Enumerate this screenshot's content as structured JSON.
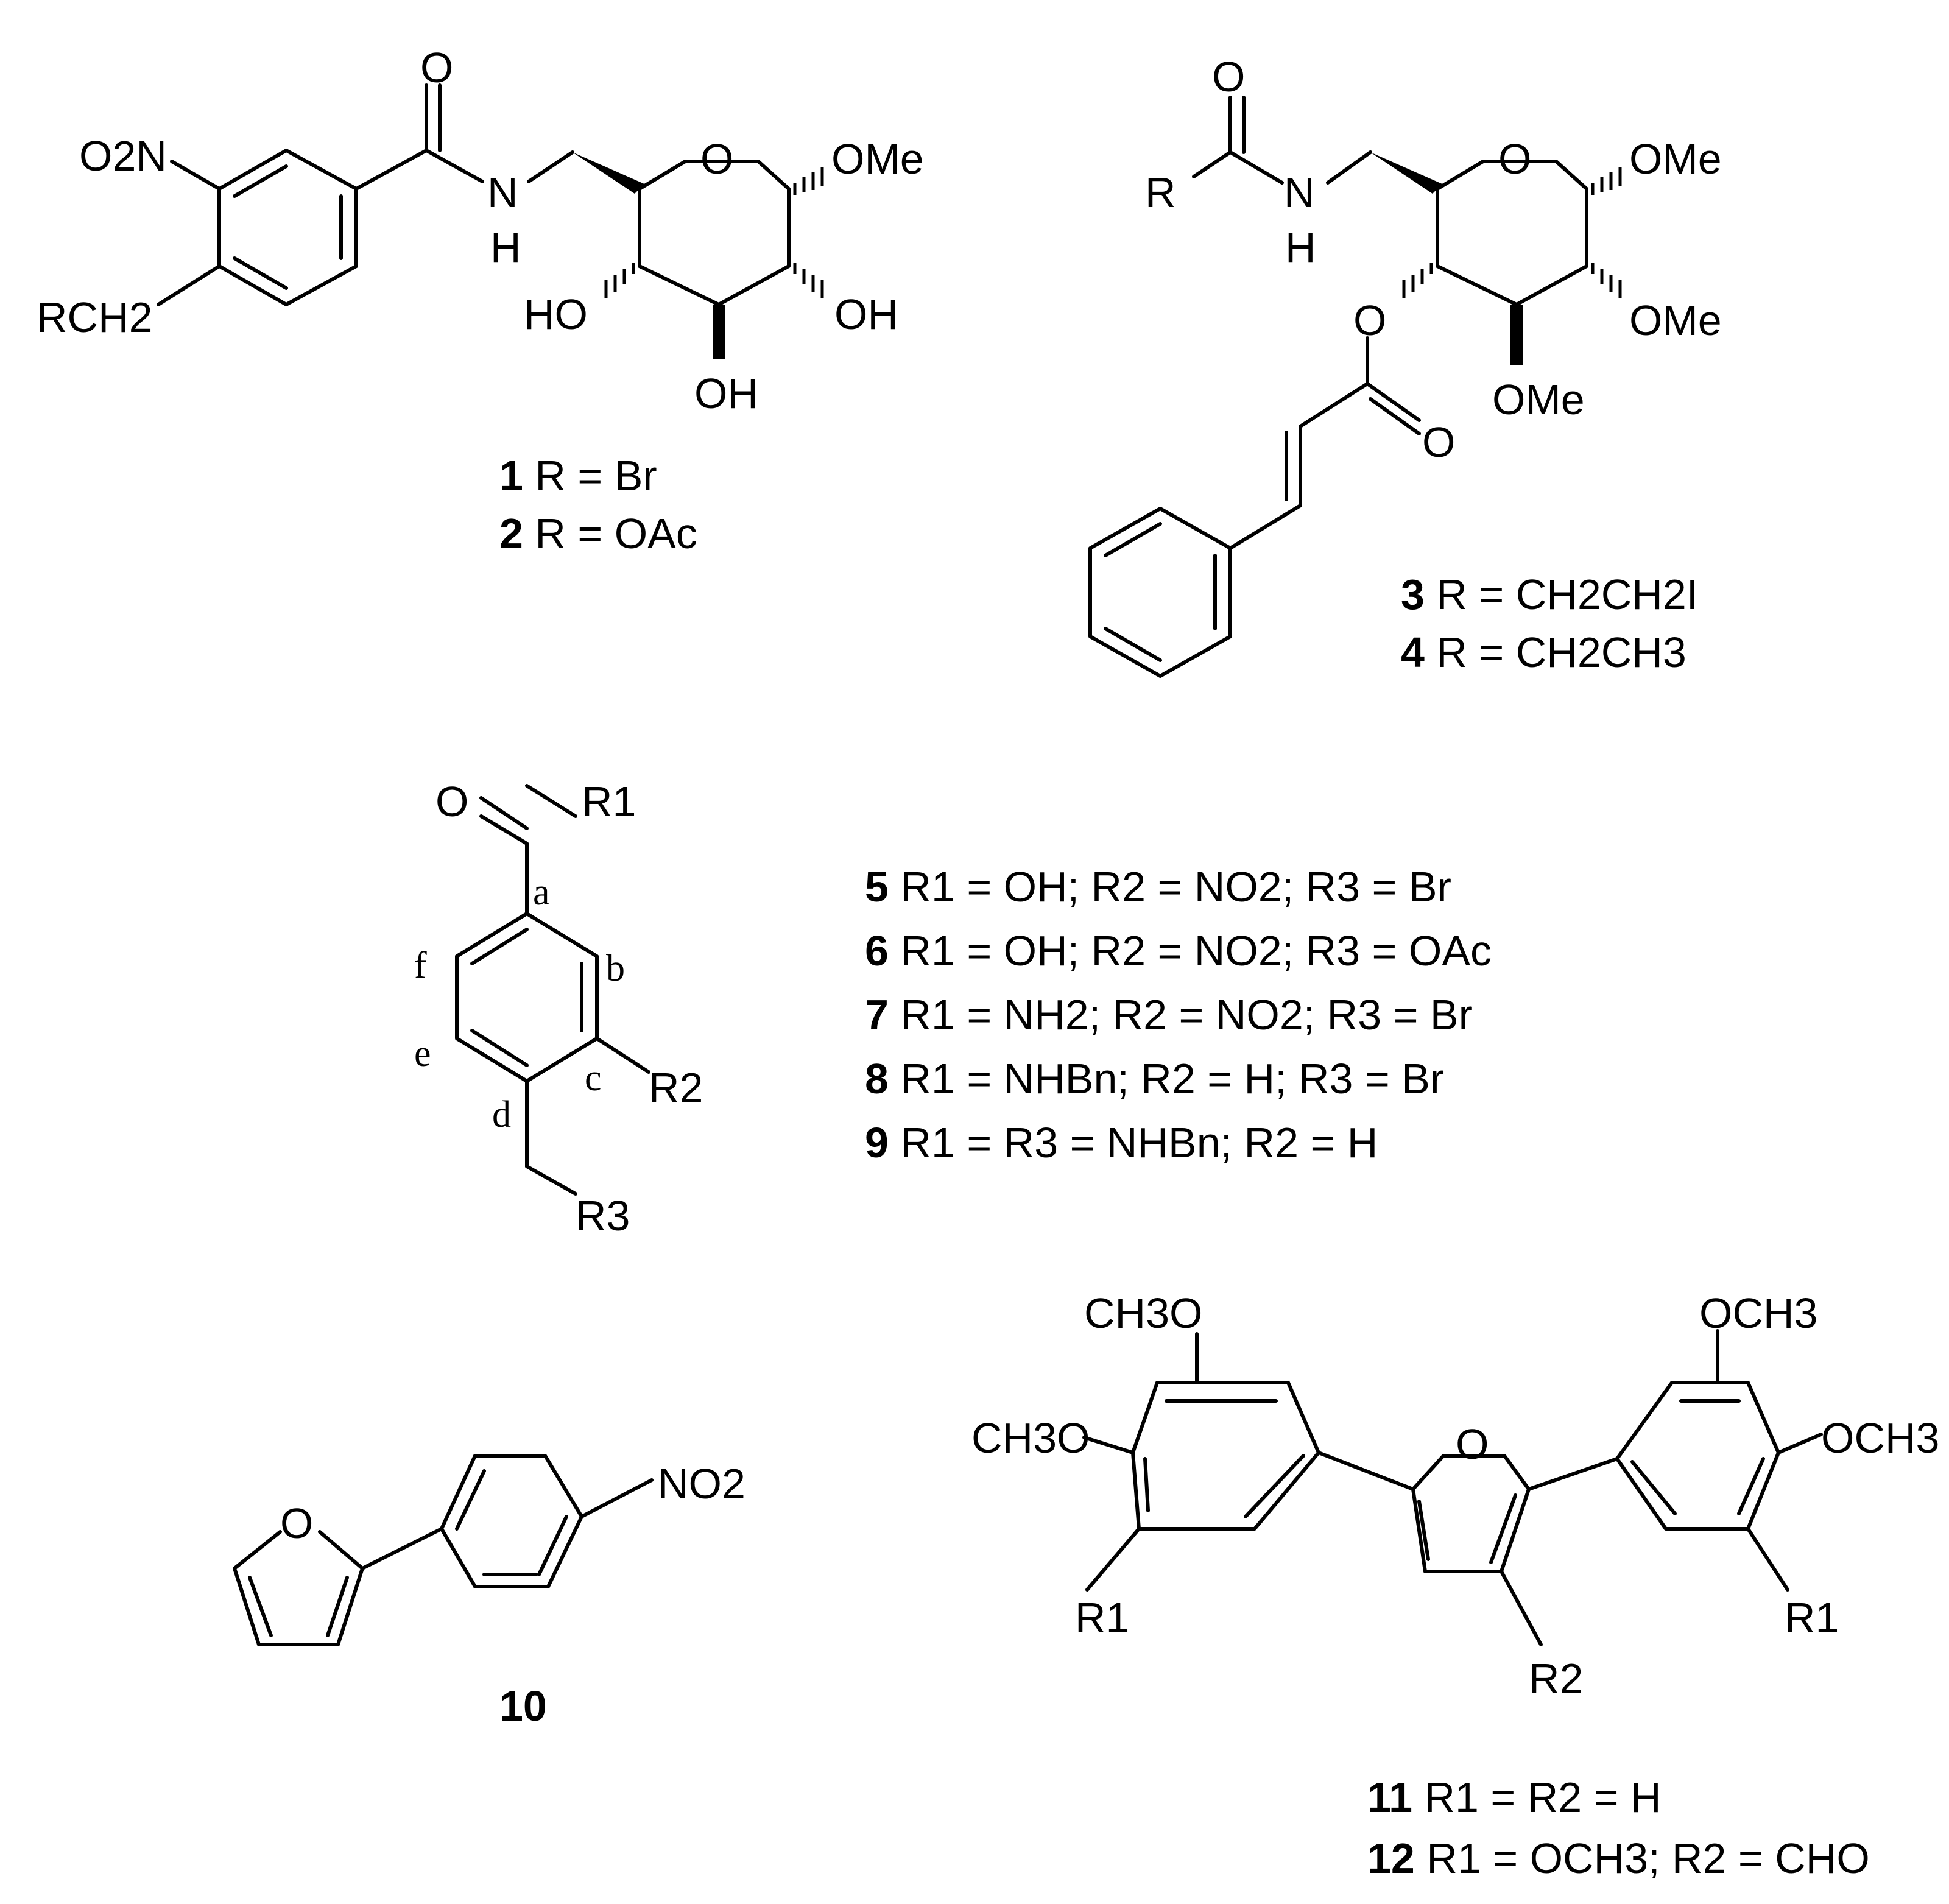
{
  "compounds": {
    "c1": {
      "atoms": {
        "o2n": "O2N",
        "o_carbonyl": "O",
        "n": "N",
        "h": "H",
        "o_ring": "O",
        "ome": "OMe",
        "rch2": "RCH2",
        "ho": "HO",
        "oh_right": "OH",
        "oh_bottom": "OH"
      },
      "captions": [
        {
          "number": "1",
          "text": "R = Br"
        },
        {
          "number": "2",
          "text": "R = OAc"
        }
      ]
    },
    "c3": {
      "atoms": {
        "o_carbonyl": "O",
        "r": "R",
        "n": "N",
        "h": "H",
        "o_ring": "O",
        "ome1": "OMe",
        "o_ester": "O",
        "ome2": "OMe",
        "ome3": "OMe",
        "o_ester_carbonyl": "O"
      },
      "captions": [
        {
          "number": "3",
          "text": "R = CH2CH2I"
        },
        {
          "number": "4",
          "text": "R = CH2CH3"
        }
      ]
    },
    "c5": {
      "atoms": {
        "o": "O",
        "r1": "R1",
        "r2": "R2",
        "r3": "R3"
      },
      "positions": [
        "a",
        "b",
        "c",
        "d",
        "e",
        "f"
      ],
      "captions": [
        {
          "number": "5",
          "text": "R1 = OH; R2 = NO2; R3 = Br"
        },
        {
          "number": "6",
          "text": "R1 = OH; R2 = NO2; R3 = OAc"
        },
        {
          "number": "7",
          "text": "R1 = NH2; R2 = NO2; R3 = Br"
        },
        {
          "number": "8",
          "text": "R1 = NHBn; R2 = H; R3 = Br"
        },
        {
          "number": "9",
          "text": "R1 = R3 = NHBn; R2 = H"
        }
      ]
    },
    "c10": {
      "atoms": {
        "o": "O",
        "no2": "NO2"
      },
      "caption": "10"
    },
    "c11": {
      "atoms": {
        "ch3o_top": "CH3O",
        "ch3o_mid": "CH3O",
        "r1_left": "R1",
        "o_furan": "O",
        "r2": "R2",
        "och3_top": "OCH3",
        "och3_mid": "OCH3",
        "r1_right": "R1"
      },
      "captions": [
        {
          "number": "11",
          "text": "R1 = R2 = H"
        },
        {
          "number": "12",
          "text": "R1 = OCH3; R2 = CHO"
        }
      ]
    }
  }
}
